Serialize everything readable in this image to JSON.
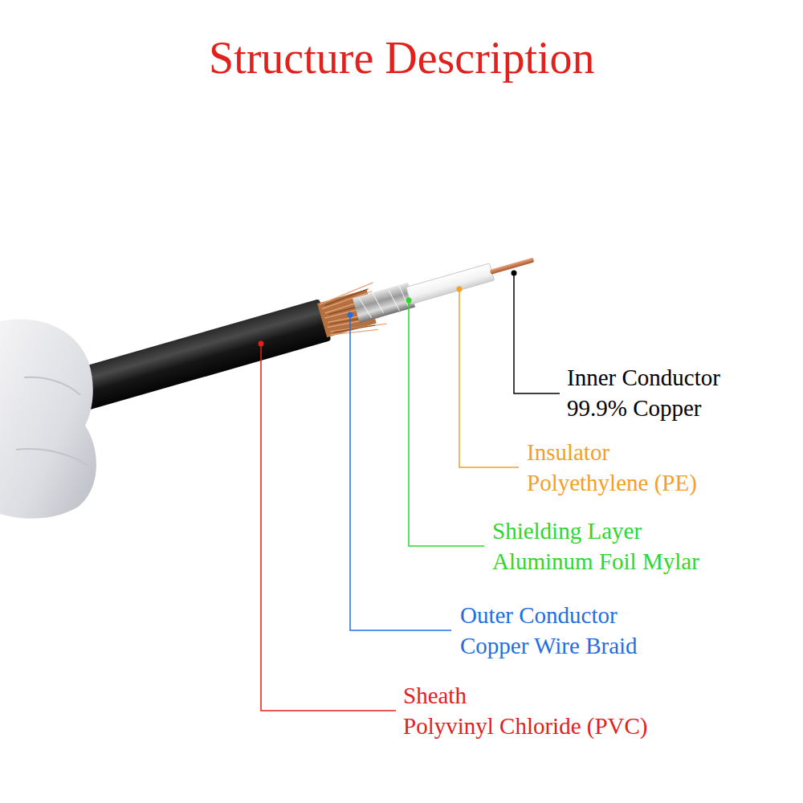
{
  "diagram": {
    "title": "Structure Description",
    "labels": [
      "Inner Conductor",
      "99.9% Copper",
      "Insulator",
      "Polyethylene (PE)",
      "Shielding Layer",
      "Aluminum Foil Mylar",
      "Outer Conductor",
      "Copper Wire Braid",
      "Sheath",
      "Polyvinyl Chloride (PVC)"
    ]
  }
}
